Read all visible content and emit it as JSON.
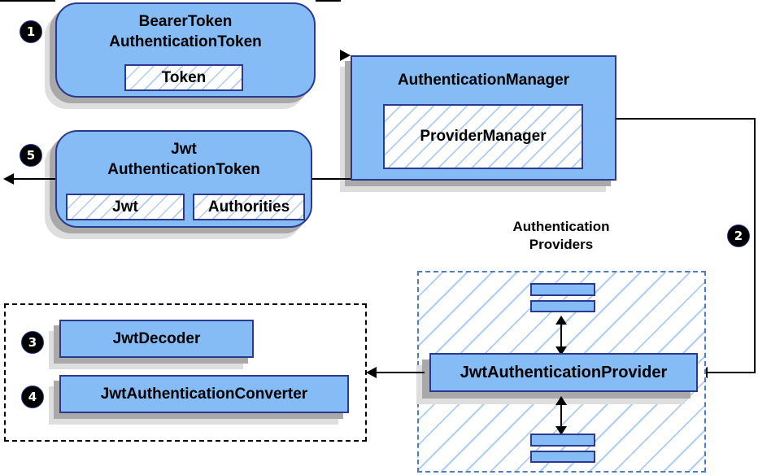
{
  "colors": {
    "node_fill": "#85bcf5",
    "node_border": "#2b3a8f",
    "hatch_line": "#aecdf2",
    "blue_dash_border": "#4d7dbe",
    "black_dash_border": "#000000",
    "shadow_dark": "#a9a9a9",
    "shadow_light": "#dedede",
    "arrow": "#000000",
    "badge_bg": "#000000",
    "badge_text": "#ffffff"
  },
  "badges": {
    "one": "1",
    "two": "2",
    "three": "3",
    "four": "4",
    "five": "5"
  },
  "nodes": {
    "bearer_token": {
      "line1": "BearerToken",
      "line2": "AuthenticationToken",
      "chip": "Token"
    },
    "authentication_manager": {
      "title": "AuthenticationManager",
      "inner": "ProviderManager"
    },
    "jwt_authentication_token": {
      "line1": "Jwt",
      "line2": "AuthenticationToken",
      "chip1": "Jwt",
      "chip2": "Authorities"
    },
    "providers_group": {
      "line1": "Authentication",
      "line2": "Providers"
    },
    "jwt_authentication_provider": {
      "title": "JwtAuthenticationProvider"
    },
    "jwt_decoder": {
      "title": "JwtDecoder"
    },
    "jwt_authentication_converter": {
      "title": "JwtAuthenticationConverter"
    }
  }
}
